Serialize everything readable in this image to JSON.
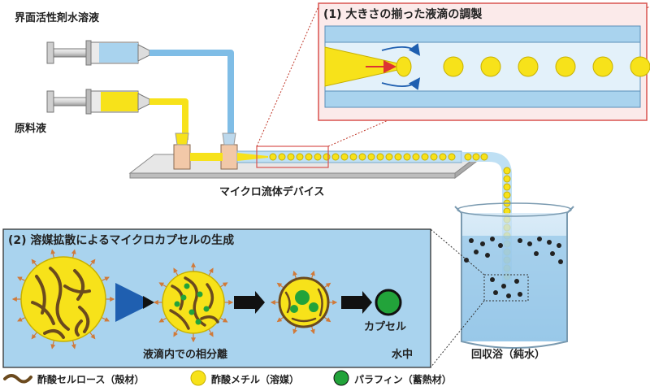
{
  "labels": {
    "surfactant": "界面活性剤水溶液",
    "raw_liquid": "原料液",
    "device": "マイクロ流体デバイス",
    "collection_bath": "回収浴（純水）"
  },
  "panel1": {
    "title": "(1) 大きさの揃った液滴の調製"
  },
  "panel2": {
    "title": "(2) 溶媒拡散によるマイクロカプセルの生成",
    "phase_separation": "液滴内での相分離",
    "capsule": "カプセル",
    "in_water": "水中"
  },
  "legend": {
    "items": [
      {
        "label": "酢酸セルロース（殻材）",
        "icon": "brown-fiber-icon"
      },
      {
        "label": "酢酸メチル（溶媒）",
        "icon": "yellow-circle-icon"
      },
      {
        "label": "パラフィン（蓄熱材）",
        "icon": "green-circle-icon"
      }
    ]
  },
  "colors": {
    "water": "#a9d3ee",
    "tube": "#7fbde6",
    "oil": "#f7e21a",
    "fiber": "#6b4a1e",
    "paraffin": "#22a33a",
    "highlight": "#d9534f"
  }
}
